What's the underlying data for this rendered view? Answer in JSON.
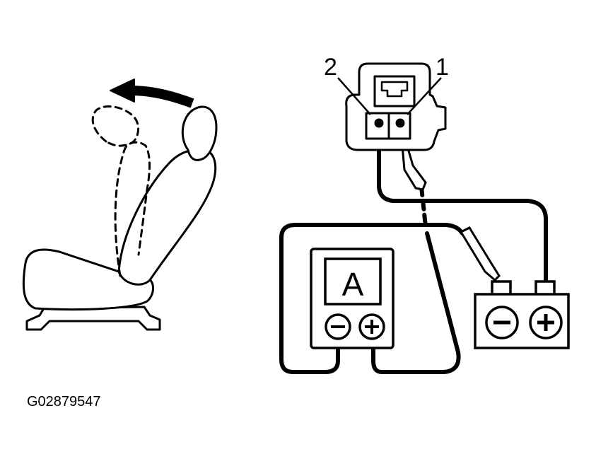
{
  "diagram": {
    "pin_labels": {
      "pin_2": "2",
      "pin_1": "1"
    },
    "ammeter": {
      "symbol": "A",
      "negative_terminal": "−",
      "positive_terminal": "+"
    },
    "battery": {
      "negative_terminal": "−",
      "positive_terminal": "+"
    },
    "figure_code": "G02879547"
  }
}
